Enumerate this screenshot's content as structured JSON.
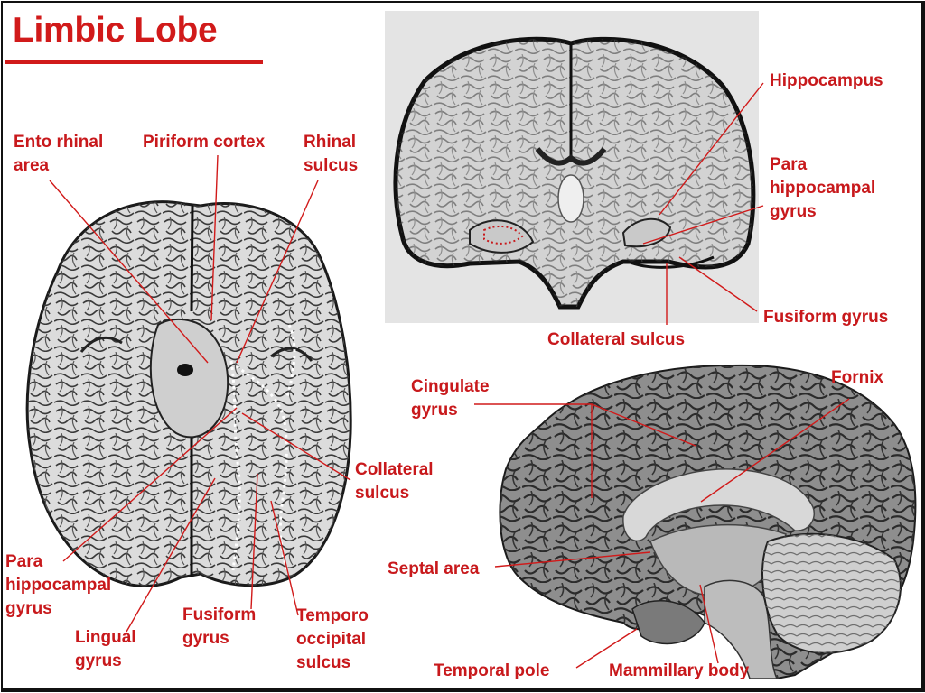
{
  "title": "Limbic Lobe",
  "accent_color": "#c8191c",
  "labels": {
    "ento_rhinal_area": "Ento rhinal\narea",
    "piriform_cortex": "Piriform cortex",
    "rhinal_sulcus": "Rhinal\nsulcus",
    "collateral_sulcus_ventral": "Collateral\nsulcus",
    "para_hippocampal_gyrus_ventral": "Para\nhippocampal\ngyrus",
    "lingual_gyrus": "Lingual\ngyrus",
    "fusiform_gyrus_ventral": "Fusiform\ngyrus",
    "temporo_occipital_sulcus": "Temporo\noccipital\nsulcus",
    "hippocampus": "Hippocampus",
    "para_hippocampal_gyrus_coronal": "Para\nhippocampal\ngyrus",
    "fusiform_gyrus_coronal": "Fusiform gyrus",
    "collateral_sulcus_coronal": "Collateral sulcus",
    "cingulate_gyrus": "Cingulate\ngyrus",
    "fornix": "Fornix",
    "septal_area": "Septal area",
    "temporal_pole": "Temporal pole",
    "mammillary_body": "Mammillary body"
  }
}
